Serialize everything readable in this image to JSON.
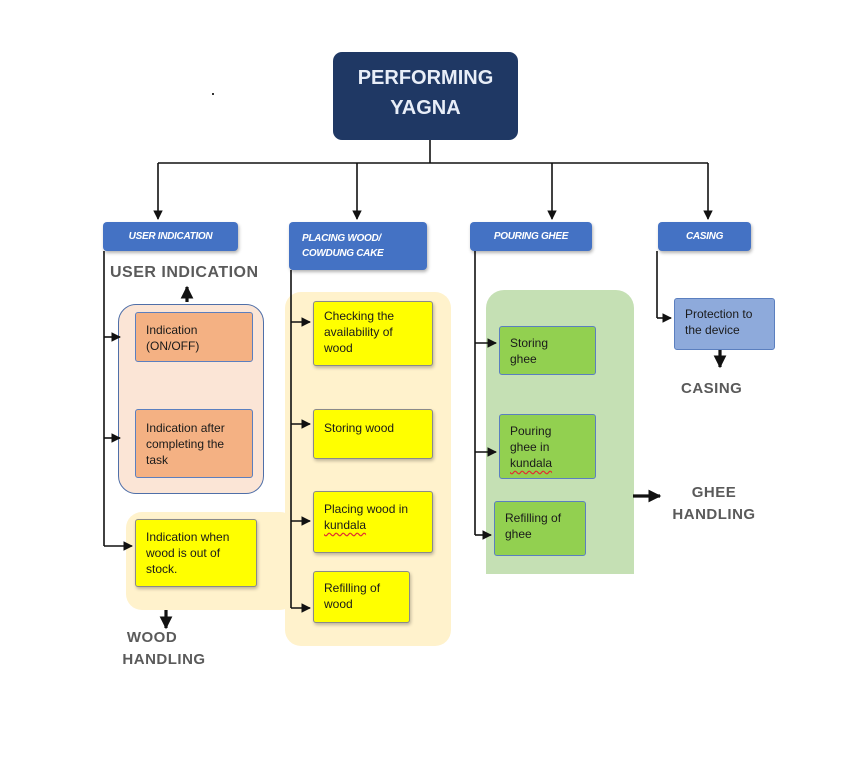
{
  "diagram": {
    "root": {
      "line1": "PERFORMING",
      "line2": "YAGNA"
    },
    "categories": {
      "user_indication": "USER INDICATION",
      "placing_wood_line1": "PLACING WOOD/",
      "placing_wood_line2": "COWDUNG CAKE",
      "pouring_ghee": "POURING GHEE",
      "casing": "CASING"
    },
    "user_indication_items": [
      {
        "line1": "Indication",
        "line2": "(ON/OFF)"
      },
      {
        "line1": "Indication after",
        "line2": "completing the",
        "line3": "task"
      },
      {
        "line1": "Indication when",
        "line2": "wood is out of",
        "line3": "stock."
      }
    ],
    "placing_wood_items": [
      {
        "line1": "Checking the",
        "line2": "availability of",
        "line3": "wood"
      },
      {
        "line1": "Storing wood"
      },
      {
        "line1": "Placing wood in",
        "line2": "kundala"
      },
      {
        "line1": "Refilling of",
        "line2": "wood"
      }
    ],
    "pouring_ghee_items": [
      {
        "line1": "Storing",
        "line2": "ghee"
      },
      {
        "line1": "Pouring",
        "line2": "ghee in",
        "line3": "kundala"
      },
      {
        "line1": "Refilling of",
        "line2": "ghee"
      }
    ],
    "casing_items": [
      {
        "line1": "Protection to",
        "line2": "the device"
      }
    ],
    "group_labels": {
      "user_indication": "USER INDICATION",
      "casing": "CASING",
      "ghee_line1": "GHEE",
      "ghee_line2": "HANDLING",
      "wood_line1": "WOOD",
      "wood_line2": "HANDLING"
    },
    "colors": {
      "root": "#1f3864",
      "category": "#4472c4",
      "user_indication_item": "#f4b183",
      "wood_item": "#ffff00",
      "ghee_item": "#92d050",
      "casing_item": "#8eaadb",
      "user_indication_panel": "#fbe5d6",
      "wood_panel": "#fff2cc",
      "ghee_panel": "#c5e0b4"
    }
  }
}
